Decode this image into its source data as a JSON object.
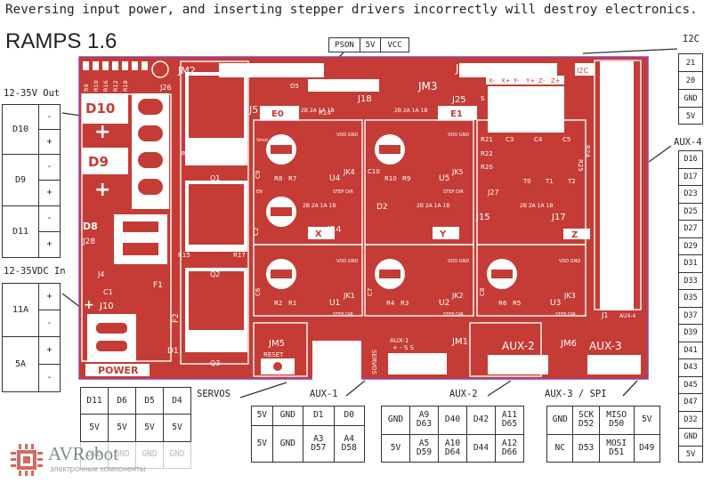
{
  "warning": "Reversing input power, and inserting stepper drivers incorrectly will destroy electronics.",
  "title": "RAMPS 1.6",
  "labels": {
    "out": "12-35V Out",
    "in": "12-35VDC In",
    "i2c": "I2C",
    "aux4": "AUX-4",
    "servos": "SERVOS",
    "aux1": "AUX-1",
    "aux2": "AUX-2",
    "aux3": "AUX-3 / SPI"
  },
  "pson_box": [
    "PSON",
    "5V",
    "VCC"
  ],
  "out_table": [
    {
      "name": "D10",
      "pins": [
        "-",
        "+"
      ]
    },
    {
      "name": "D9",
      "pins": [
        "-",
        "+"
      ]
    },
    {
      "name": "D11",
      "pins": [
        "-",
        "+"
      ]
    }
  ],
  "in_table": [
    {
      "name": "11A",
      "pins": [
        "+",
        "-"
      ]
    },
    {
      "name": "5A",
      "pins": [
        "+",
        "-"
      ]
    }
  ],
  "i2c_pins": [
    "21",
    "20",
    "GND",
    "5V"
  ],
  "aux4_pins": [
    "D16",
    "D17",
    "D23",
    "D25",
    "D27",
    "D29",
    "D31",
    "D33",
    "D35",
    "D37",
    "D39",
    "D41",
    "D43",
    "D45",
    "D47",
    "D32",
    "GND",
    "5V"
  ],
  "servo_table": [
    [
      "D11",
      "D6",
      "D5",
      "D4"
    ],
    [
      "5V",
      "5V",
      "5V",
      "5V"
    ],
    [
      "GND",
      "GND",
      "GND",
      "GND"
    ]
  ],
  "aux1_table": [
    [
      "5V",
      "GND",
      "D1",
      "D0"
    ],
    [
      "5V",
      "GND",
      "A3\nD57",
      "A4\nD58"
    ]
  ],
  "aux2_table": [
    [
      "GND",
      "A9\nD63",
      "D40",
      "D42",
      "A11\nD65"
    ],
    [
      "5V",
      "A5\nD59",
      "A10\nD64",
      "D44",
      "A12\nD66"
    ]
  ],
  "aux3_table": [
    [
      "GND",
      "SCK\nD52",
      "MISO\nD50",
      "5V"
    ],
    [
      "NC",
      "D53",
      "MOSI\nD51",
      "D49"
    ]
  ],
  "logo": {
    "name": "AVRobot",
    "tagline": "электронные компоненты"
  },
  "board": {
    "jm2": "JM2",
    "jm3": "JM3",
    "jm4": "JM4",
    "jm5": "JM5",
    "jm6": "JM6",
    "jm1": "JM1",
    "j26": "J26",
    "j5": "J5",
    "j18": "J18",
    "j25": "J25",
    "j27": "J27",
    "j14": "J14",
    "j15": "J15",
    "j17": "J17",
    "j28": "J28",
    "j10": "J10",
    "j4": "J4",
    "j1": "J1",
    "e0": "E0",
    "e1": "E1",
    "x": "X",
    "y": "Y",
    "z": "Z",
    "d10": "D10",
    "d9": "D9",
    "d8": "D8",
    "d1": "D1",
    "d2": "D2",
    "d5": "D5",
    "q1": "Q1",
    "q2": "Q2",
    "q3": "Q3",
    "u1": "U1",
    "u2": "U2",
    "u3": "U3",
    "u4": "U4",
    "u5": "U5",
    "jk1": "JK1",
    "jk2": "JK2",
    "jk3": "JK3",
    "jk4": "JK4",
    "jk5": "JK5",
    "r11": "R11",
    "r13": "R13",
    "r15": "R15",
    "r17": "R17",
    "r14": "R14",
    "r23": "R23",
    "r21": "R21",
    "r22": "R22",
    "r20": "R20",
    "r24": "R24",
    "r25": "R25",
    "c3": "C3",
    "c4": "C4",
    "c5": "C5",
    "c1": "C1",
    "c2": "C2",
    "f1": "F1",
    "f2": "F2",
    "t0": "T0",
    "t1": "T1",
    "t2": "T2",
    "power": "POWER",
    "reset": "RESET",
    "servos_silk": "SERVOS",
    "i2c": "I2C",
    "aux1": "AUX-1",
    "aux2": "AUX-2",
    "aux3": "AUX-3",
    "aux4": "AUX-4",
    "endstops": [
      "X-",
      "X+",
      "Y-",
      "Y+",
      "Z-",
      "Z+"
    ],
    "coil_labels": "2B 2A 1A 1B",
    "drv_silk": "VDD GND",
    "drv_step": "STEP DIR",
    "drv_vmot": "Vmot",
    "drv_en": "EN",
    "r1": "R1",
    "r2": "R2",
    "r3": "R3",
    "r4": "R4",
    "r5": "R5",
    "r6": "R6",
    "r7": "R7",
    "r8": "R8",
    "r9": "R9",
    "r10": "R10",
    "c6": "C6",
    "c7": "C7",
    "c8": "C8",
    "c9": "C9",
    "c10": "C10",
    "top_res": [
      "R9",
      "R10",
      "R16",
      "R12",
      "R18"
    ],
    "s_label": "S",
    "aux1_pins_silk": "+ - S S"
  },
  "colors": {
    "board": "#c43c35",
    "bg": "#ffffff",
    "silk": "#ffffff",
    "outline": "#8e44ad",
    "logo": "#c0392b"
  }
}
